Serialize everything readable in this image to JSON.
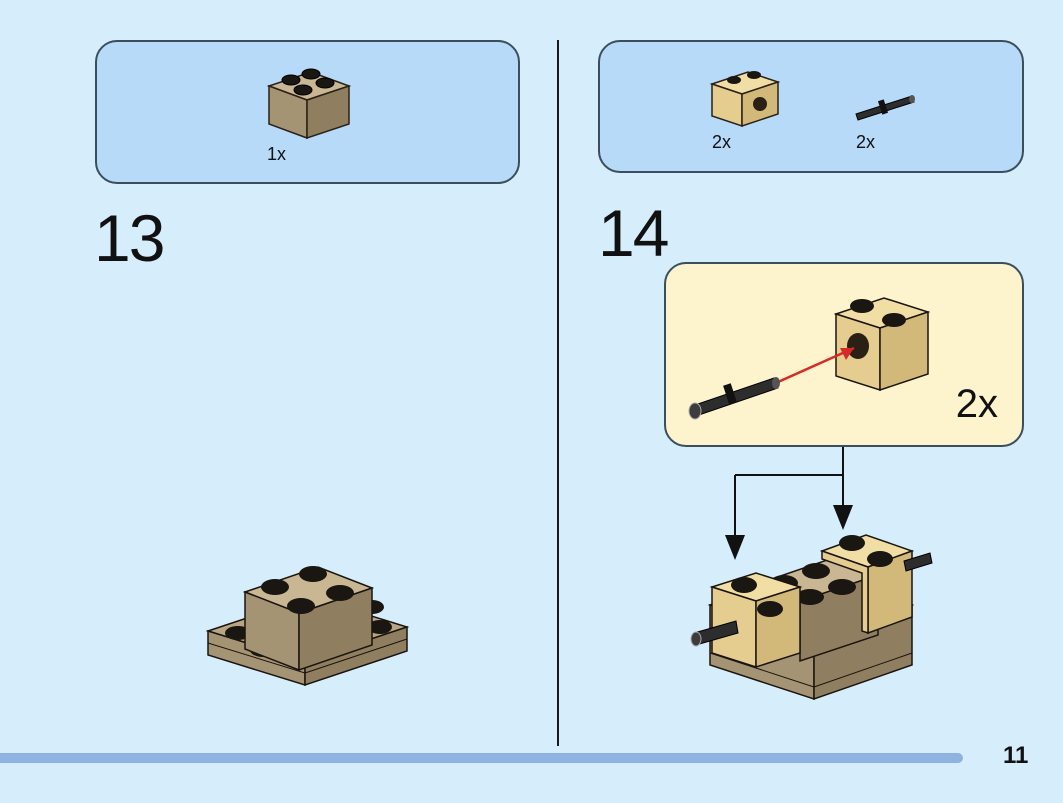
{
  "step13": {
    "number": "13",
    "parts": [
      {
        "icon": "dark-tan-2x2-brick-icon",
        "qty": "1x"
      }
    ]
  },
  "step14": {
    "number": "14",
    "parts": [
      {
        "icon": "tan-technic-brick-icon",
        "qty": "2x"
      },
      {
        "icon": "black-technic-pin-icon",
        "qty": "2x"
      }
    ],
    "callout_qty": "2x"
  },
  "page": {
    "number": "11"
  },
  "colors": {
    "page_bg": "#d6eefc",
    "parts_box": "#b6daf7",
    "callout_bg": "#fdf4cd",
    "dark_tan": "#a59474",
    "tan": "#e4cd8f",
    "progress": "#8eb3e3",
    "arrow_red": "#d42a2a"
  }
}
